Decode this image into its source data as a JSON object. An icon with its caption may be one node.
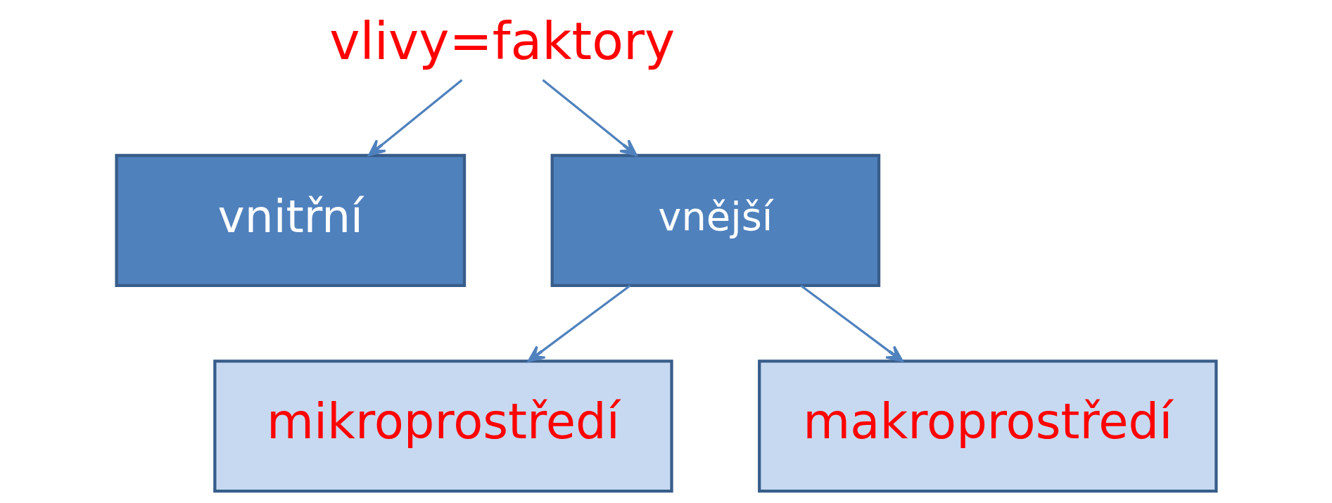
{
  "diagram": {
    "nodes": [
      {
        "text": [
          "vlivy=faktory"
        ]
      },
      {
        "text": [
          "vnitřní"
        ]
      },
      {
        "text": [
          "vnější"
        ]
      },
      {
        "text": [
          "mikroprostředí"
        ]
      },
      {
        "text": [
          "makroprostředí"
        ]
      }
    ],
    "edges": [
      {
        "from": 0,
        "to": 1,
        "arrow": "to"
      },
      {
        "from": 0,
        "to": 2,
        "arrow": "to"
      },
      {
        "from": 2,
        "to": 3,
        "arrow": "to"
      },
      {
        "from": 2,
        "to": 4,
        "arrow": "to"
      }
    ]
  }
}
